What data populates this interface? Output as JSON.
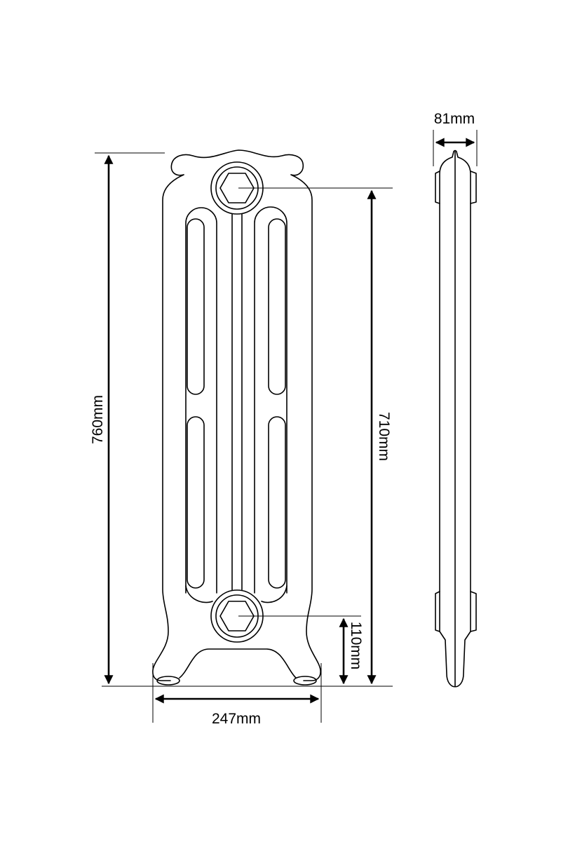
{
  "dimensions": {
    "overall_height": "760mm",
    "pipe_centres": "710mm",
    "floor_to_lower_pipe": "110mm",
    "width": "247mm",
    "depth": "81mm"
  },
  "colors": {
    "line": "#000000",
    "background": "#ffffff"
  }
}
